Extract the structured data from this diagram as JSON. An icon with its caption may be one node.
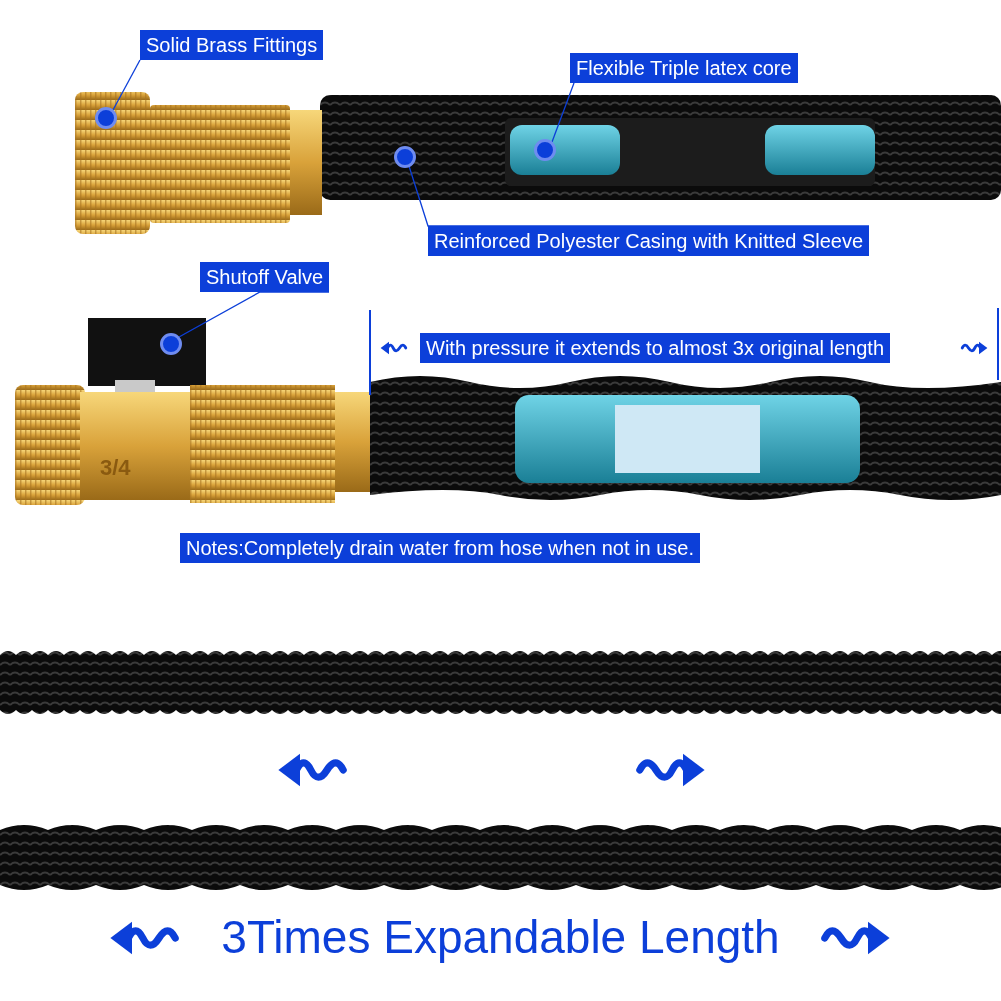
{
  "diagram": {
    "title": "3Times Expandable Length",
    "nodes": [
      {
        "text": [
          "Solid Brass Fittings"
        ]
      },
      {
        "text": [],
        "shape": "circle"
      },
      {
        "text": [
          "Flexible Triple latex core"
        ]
      },
      {
        "text": [],
        "shape": "circle"
      },
      {
        "text": [
          "Reinforced Polyester Casing with Knitted Sleeve"
        ]
      },
      {
        "text": [],
        "shape": "circle"
      },
      {
        "text": [
          "Shutoff Valve"
        ]
      },
      {
        "text": [],
        "shape": "circle"
      },
      {
        "text": [
          "With pressure it extends to almost 3x original length"
        ]
      },
      {
        "text": [
          "Notes:Completely drain water from hose when not in use."
        ]
      }
    ],
    "edges": [
      {
        "from": 0,
        "to": 1,
        "arrow": "none"
      },
      {
        "from": 2,
        "to": 3,
        "arrow": "none"
      },
      {
        "from": 4,
        "to": 5,
        "arrow": "none"
      },
      {
        "from": 6,
        "to": 7,
        "arrow": "none"
      }
    ],
    "labels": [
      "3/4"
    ]
  }
}
